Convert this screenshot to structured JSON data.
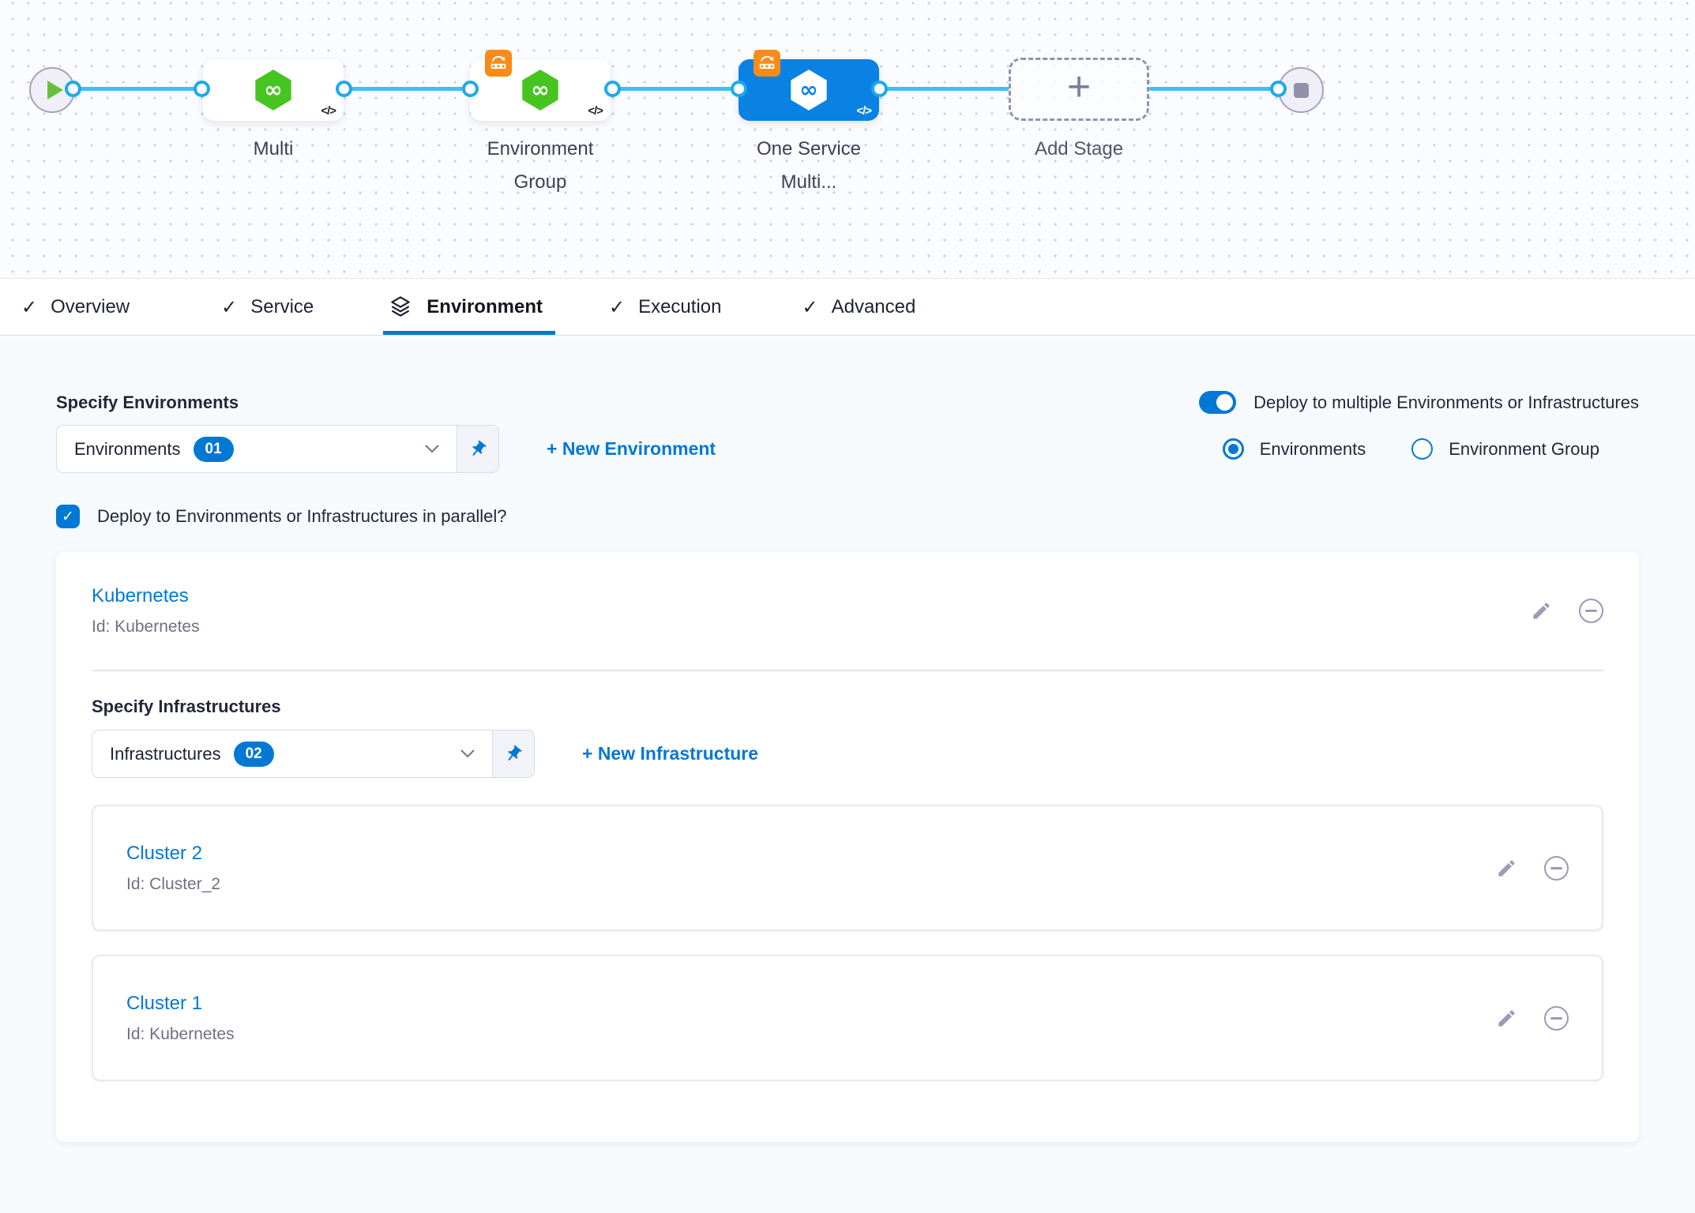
{
  "colors": {
    "accent": "#0278d5",
    "selected_node_blue": "#0982e4",
    "service_green": "#46c41f",
    "badge_orange": "#f98b16",
    "connector_blue": "#3fc0f0"
  },
  "pipeline": {
    "stage_multi": {
      "label": "Multi"
    },
    "stage_environment_group": {
      "label": "Environment Group"
    },
    "stage_one_service": {
      "label": "One Service Multi..."
    },
    "add_stage": {
      "label": "Add Stage"
    }
  },
  "tabs": [
    {
      "label": "Overview",
      "check": "✓"
    },
    {
      "label": "Service",
      "check": "✓"
    },
    {
      "label": "Environment"
    },
    {
      "label": "Execution",
      "check": "✓"
    },
    {
      "label": "Advanced",
      "check": "✓"
    }
  ],
  "environment": {
    "specify_environments_label": "Specify Environments",
    "environments_dropdown": {
      "value": "Environments",
      "count": "01"
    },
    "new_environment_link": "+ New Environment",
    "deploy_multiple_label": "Deploy to multiple Environments or Infrastructures",
    "radio_environments_label": "Environments",
    "radio_environment_group_label": "Environment Group",
    "parallel_checkbox_label": "Deploy to Environments or Infrastructures in parallel?",
    "checkbox_glyph": "✓",
    "environment_card": {
      "name": "Kubernetes",
      "id": "Id: Kubernetes"
    },
    "specify_infrastructures_label": "Specify Infrastructures",
    "infrastructures_dropdown": {
      "value": "Infrastructures",
      "count": "02"
    },
    "new_infrastructure_link": "+ New Infrastructure",
    "infrastructure_cards": [
      {
        "name": "Cluster 2",
        "id": "Id: Cluster_2"
      },
      {
        "name": "Cluster 1",
        "id": "Id: Kubernetes"
      }
    ]
  }
}
